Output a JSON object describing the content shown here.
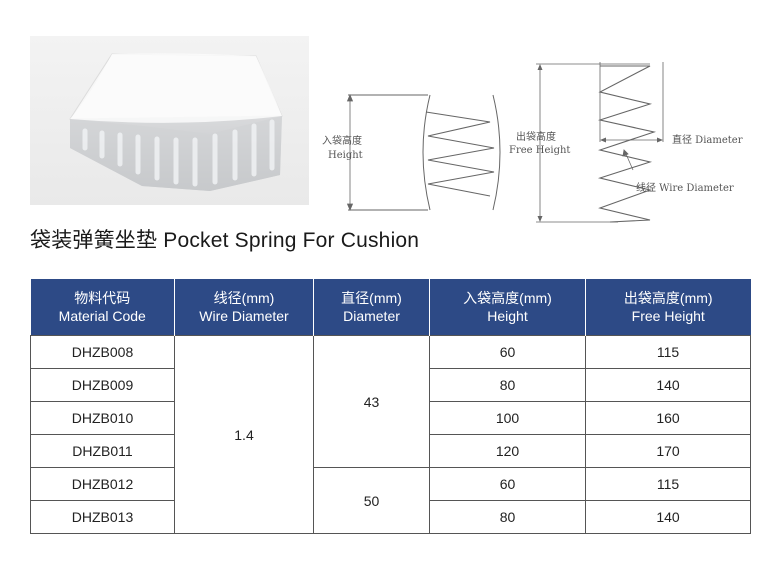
{
  "title": "袋装弹簧坐垫 Pocket Spring For Cushion",
  "diagram": {
    "pocket_height_cn": "入袋高度",
    "pocket_height_en": "Height",
    "free_height_cn": "出袋高度",
    "free_height_en": "Free Height",
    "diameter": "直径 Diameter",
    "wire_diameter": "线径 Wire Diameter"
  },
  "table": {
    "headers": [
      {
        "cn": "物料代码",
        "en": "Material Code"
      },
      {
        "cn": "线径(mm)",
        "en": "Wire Diameter"
      },
      {
        "cn": "直径(mm)",
        "en": "Diameter"
      },
      {
        "cn": "入袋高度(mm)",
        "en": "Height"
      },
      {
        "cn": "出袋高度(mm)",
        "en": "Free Height"
      }
    ],
    "wire_diameter": "1.4",
    "diameter_a": "43",
    "diameter_b": "50",
    "rows": [
      {
        "code": "DHZB008",
        "height": "60",
        "free_height": "115"
      },
      {
        "code": "DHZB009",
        "height": "80",
        "free_height": "140"
      },
      {
        "code": "DHZB010",
        "height": "100",
        "free_height": "160"
      },
      {
        "code": "DHZB011",
        "height": "120",
        "free_height": "170"
      },
      {
        "code": "DHZB012",
        "height": "60",
        "free_height": "115"
      },
      {
        "code": "DHZB013",
        "height": "80",
        "free_height": "140"
      }
    ]
  }
}
